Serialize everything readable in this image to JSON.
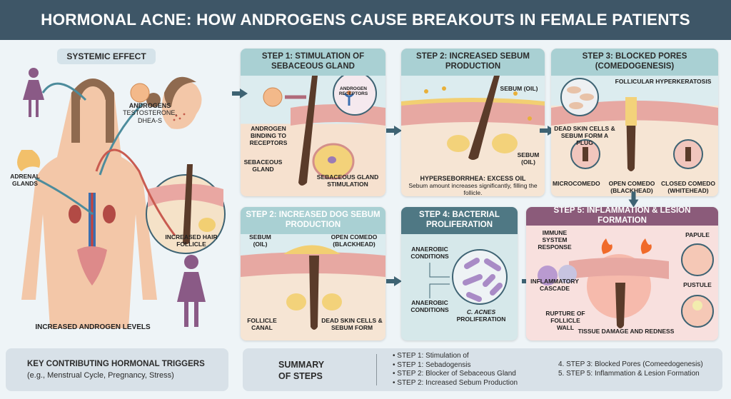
{
  "title": "HORMONAL ACNE: HOW ANDROGENS CAUSE BREAKOUTS IN FEMALE PATIENTS",
  "systemic": {
    "heading": "SYSTEMIC EFFECT",
    "androgens": "ANDROGENS",
    "androgen_types": "TESTOSTERONE, DHEA-S",
    "adrenal": "ADRENAL GLANDS",
    "follicle": "INCREASED HAIR FOLLICLE",
    "footer": "INCREASED ANDROGEN LEVELS"
  },
  "step1": {
    "title": "STEP 1: STIMULATION OF SEBACEOUS GLAND",
    "receptors": "ANDROGEN RECEPTORS",
    "binding": "ANDROGEN BINDING TO RECEPTORS",
    "gland": "SEBACEOUS GLAND",
    "stimulation": "SEBACEOUS GLAND STIMULATION"
  },
  "step2": {
    "title": "STEP 2: INCREASED SEBUM PRODUCTION",
    "sebum_top": "SEBUM (OIL)",
    "sebum_side": "SEBUM (OIL)",
    "heading": "HYPERSEBORRHEA: EXCESS OIL",
    "desc": "Sebum amount increases significantly, filling the follicle."
  },
  "step3": {
    "title": "STEP 3: BLOCKED PORES (COMEDOGENESIS)",
    "hyperkeratosis": "FOLLICULAR HYPERKERATOSIS",
    "plug": "DEAD SKIN CELLS & SEBUM FORM A PLUG",
    "micro": "MICROCOMEDO",
    "open": "OPEN COMEDO (BLACKHEAD)",
    "closed": "CLOSED COMEDO (WHITEHEAD)"
  },
  "step2b": {
    "title": "STEP 2: INCREASED DOG SEBUM PRODUCTION",
    "sebum": "SEBUM (OIL)",
    "open": "OPEN COMEDO (BLACKHEAD)",
    "canal": "FOLLICLE CANAL",
    "dead": "DEAD SKIN CELLS & SEBUM FORM"
  },
  "step4": {
    "title": "STEP 4: BACTERIAL PROLIFERATION",
    "cond1": "ANAEROBIC CONDITIONS",
    "cond2": "ANAEROBIC CONDITIONS",
    "bacteria": "C. ACNES",
    "prolif": "PROLIFERATION"
  },
  "step5": {
    "title": "STEP 5: INFLAMMATION & LESION FORMATION",
    "immune": "IMMUNE SYSTEM RESPONSE",
    "cascade": "INFLAMMATORY CASCADE",
    "rupture": "RUPTURE OF FOLLICLE WALL",
    "damage": "TISSUE DAMAGE AND REDNESS",
    "papule": "PAPULE",
    "pustule": "PUSTULE"
  },
  "key": {
    "heading": "KEY CONTRIBUTING HORMONAL TRIGGERS",
    "examples": "(e.g., Menstrual Cycle, Pregnancy, Stress)"
  },
  "summary": {
    "heading": "SUMMARY OF STEPS",
    "col1": [
      "• STEP 1: Stimulation of",
      "• STEP 1: Sebadogensis",
      "• STEP 2: Blocker of Sebaceous Gland",
      "• STEP 2: Increased Sebum Production"
    ],
    "col2": [
      "4. STEP 3: Blocked Pores (Comeedogenesis)",
      "5. STEP 5: Inflammation & Lesion Formation"
    ]
  }
}
